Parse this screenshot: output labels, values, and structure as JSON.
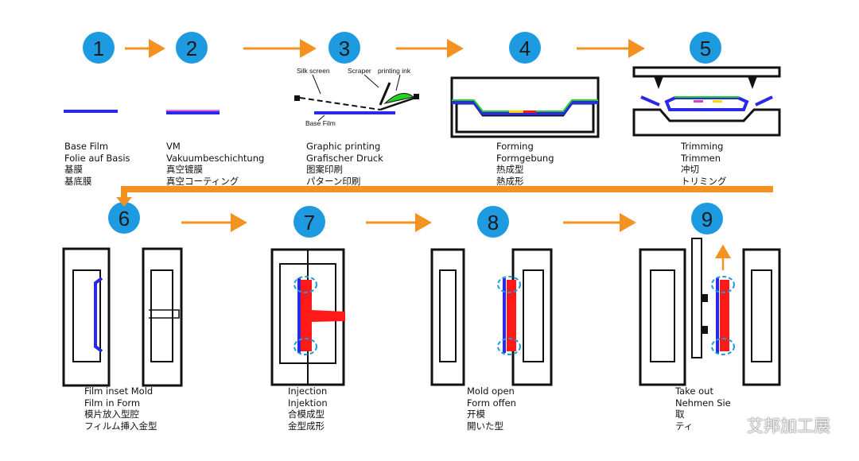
{
  "steps": [
    {
      "num": "1",
      "lines": [
        "Base Film",
        "Folie auf Basis",
        "基膜",
        "基底膜"
      ]
    },
    {
      "num": "2",
      "lines": [
        "VM",
        "Vakuumbeschichtung",
        "真空镀膜",
        "真空コーティング"
      ]
    },
    {
      "num": "3",
      "lines": [
        "Graphic printing",
        "Grafischer Druck",
        "图案印刷",
        "パターン印刷"
      ]
    },
    {
      "num": "4",
      "lines": [
        "Forming",
        "Formgebung",
        "热成型",
        "熱成形"
      ]
    },
    {
      "num": "5",
      "lines": [
        "Trimming",
        "Trimmen",
        "冲切",
        "トリミング"
      ]
    },
    {
      "num": "6",
      "lines": [
        "Film inset Mold",
        "Film in Form",
        "模片放入型腔",
        "フィルム挿入金型"
      ]
    },
    {
      "num": "7",
      "lines": [
        "Injection",
        "Injektion",
        "合模成型",
        "金型成形"
      ]
    },
    {
      "num": "8",
      "lines": [
        "Mold open",
        "Form offen",
        "开模",
        "開いた型"
      ]
    },
    {
      "num": "9",
      "lines": [
        "Take out",
        "Nehmen Sie",
        "取",
        "ティ"
      ]
    }
  ],
  "print_labels": {
    "silk_screen": "Silk screen",
    "scraper": "Scraper",
    "ink": "printing ink",
    "base_film": "Base Film"
  },
  "watermark": "艾邦加工展",
  "colors": {
    "circle": "#1e9be0",
    "arrow": "#f39221",
    "film": "#2a2ae6",
    "resin": "#ff1a1a",
    "ink": "#22d122"
  }
}
